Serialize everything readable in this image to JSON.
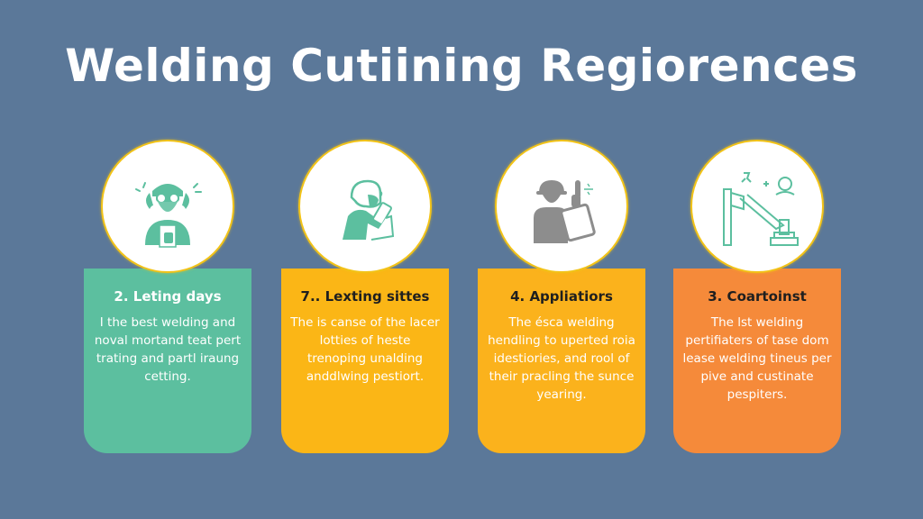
{
  "title": "Welding Cutiining Regiorences",
  "colors": {
    "background": "#5b7899",
    "card_green": "#5cbf9f",
    "card_yellow_1": "#fbb616",
    "card_yellow_2": "#fbb21c",
    "card_orange": "#f58a3a",
    "circle_border": "#f2c318",
    "icon_teal": "#5cbf9f",
    "icon_gray": "#8d8d8d"
  },
  "cards": [
    {
      "icon": "welder-with-goggles-icon",
      "heading": "2. Leting days",
      "body": "I the best welding and noval mortand teat pert trating and partl iraung cetting."
    },
    {
      "icon": "welder-inspecting-icon",
      "heading": "7.. Lexting sittes",
      "body": "The is canse of the lacer lotties of heste trenoping unalding anddlwing pestiort."
    },
    {
      "icon": "worker-with-clipboard-icon",
      "heading": "4. Appliatiors",
      "body": "The ésca welding hendling to uperted roia idestiories, and rool of their pracling the sunce yearing."
    },
    {
      "icon": "robotic-welding-arm-icon",
      "heading": "3. Coartoinst",
      "body": "The lst welding pertifiaters of tase dom lease welding tineus per pive and custinate pespiters."
    }
  ]
}
